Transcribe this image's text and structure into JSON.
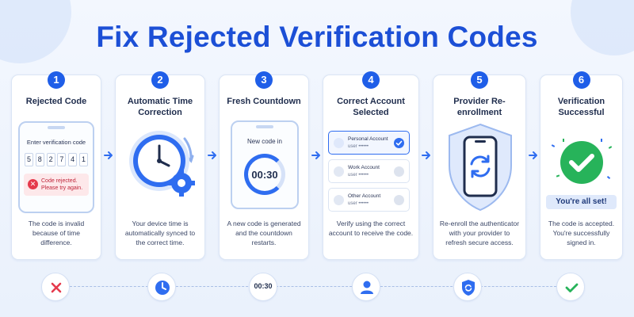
{
  "title": "Fix Rejected Verification Codes",
  "colors": {
    "accent": "#1f5ee8",
    "title": "#1c4fd6",
    "error": "#e53a4c",
    "success": "#27b35a"
  },
  "steps": [
    {
      "number": "1",
      "title": "Rejected Code",
      "description": "The code is invalid because of time difference.",
      "prompt": "Enter verification code",
      "digits": [
        "5",
        "8",
        "2",
        "7",
        "4",
        "1"
      ],
      "error": "Code rejected. Please try again.",
      "icon": "phone-error-icon"
    },
    {
      "number": "2",
      "title": "Automatic Time Correction",
      "description": "Your device time is automatically synced to the correct time.",
      "icon": "clock-gear-icon"
    },
    {
      "number": "3",
      "title": "Fresh Countdown",
      "description": "A new code is generated and the countdown restarts.",
      "prompt": "New code in",
      "timer": "00:30",
      "icon": "countdown-icon"
    },
    {
      "number": "4",
      "title": "Correct Account Selected",
      "description": "Verify using the correct account to receive the code.",
      "accounts": [
        {
          "name": "Personal Account",
          "user": "user ••••••",
          "selected": true
        },
        {
          "name": "Work Account",
          "user": "user ••••••",
          "selected": false
        },
        {
          "name": "Other Account",
          "user": "user ••••••",
          "selected": false
        }
      ],
      "icon": "account-list-icon"
    },
    {
      "number": "5",
      "title": "Provider Re-enrollment",
      "description": "Re-enroll the authenticator with your provider to refresh secure access.",
      "icon": "shield-sync-icon"
    },
    {
      "number": "6",
      "title": "Verification Successful",
      "description": "The code is accepted. You're successfully signed in.",
      "banner": "You're all set!",
      "icon": "success-check-icon"
    }
  ],
  "timeline": [
    {
      "icon": "x-icon"
    },
    {
      "icon": "clock-icon"
    },
    {
      "label": "00:30",
      "icon": "timer-label"
    },
    {
      "icon": "user-icon"
    },
    {
      "icon": "refresh-shield-icon"
    },
    {
      "icon": "check-icon"
    }
  ]
}
